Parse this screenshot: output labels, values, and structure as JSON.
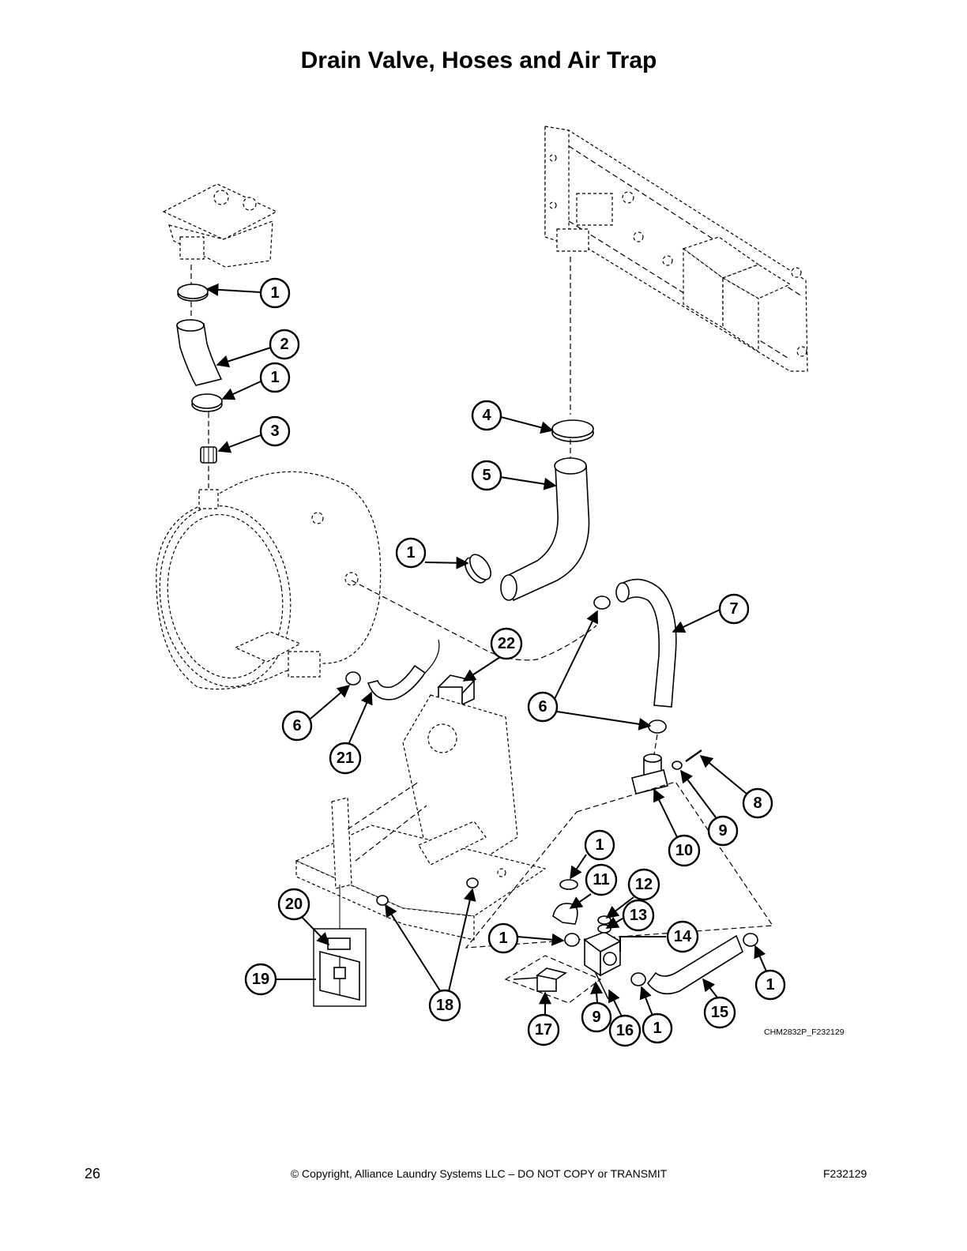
{
  "page": {
    "title": "Drain Valve, Hoses and Air Trap",
    "page_number": "26",
    "copyright": "© Copyright, Alliance Laundry Systems LLC – DO NOT COPY or TRANSMIT",
    "document_id": "F232129",
    "figure_code": "CHM2832P_F232129"
  },
  "callouts": [
    {
      "id": "c1a",
      "label": "1"
    },
    {
      "id": "c2",
      "label": "2"
    },
    {
      "id": "c1b",
      "label": "1"
    },
    {
      "id": "c3",
      "label": "3"
    },
    {
      "id": "c4",
      "label": "4"
    },
    {
      "id": "c5",
      "label": "5"
    },
    {
      "id": "c1c",
      "label": "1"
    },
    {
      "id": "c7",
      "label": "7"
    },
    {
      "id": "c22",
      "label": "22"
    },
    {
      "id": "c6a",
      "label": "6"
    },
    {
      "id": "c6b",
      "label": "6"
    },
    {
      "id": "c21",
      "label": "21"
    },
    {
      "id": "c8",
      "label": "8"
    },
    {
      "id": "c9a",
      "label": "9"
    },
    {
      "id": "c10",
      "label": "10"
    },
    {
      "id": "c1d",
      "label": "1"
    },
    {
      "id": "c11",
      "label": "11"
    },
    {
      "id": "c12",
      "label": "12"
    },
    {
      "id": "c13",
      "label": "13"
    },
    {
      "id": "c14",
      "label": "14"
    },
    {
      "id": "c1e",
      "label": "1"
    },
    {
      "id": "c20",
      "label": "20"
    },
    {
      "id": "c19",
      "label": "19"
    },
    {
      "id": "c18",
      "label": "18"
    },
    {
      "id": "c1f",
      "label": "1"
    },
    {
      "id": "c15",
      "label": "15"
    },
    {
      "id": "c17",
      "label": "17"
    },
    {
      "id": "c9b",
      "label": "9"
    },
    {
      "id": "c16",
      "label": "16"
    },
    {
      "id": "c1g",
      "label": "1"
    }
  ]
}
